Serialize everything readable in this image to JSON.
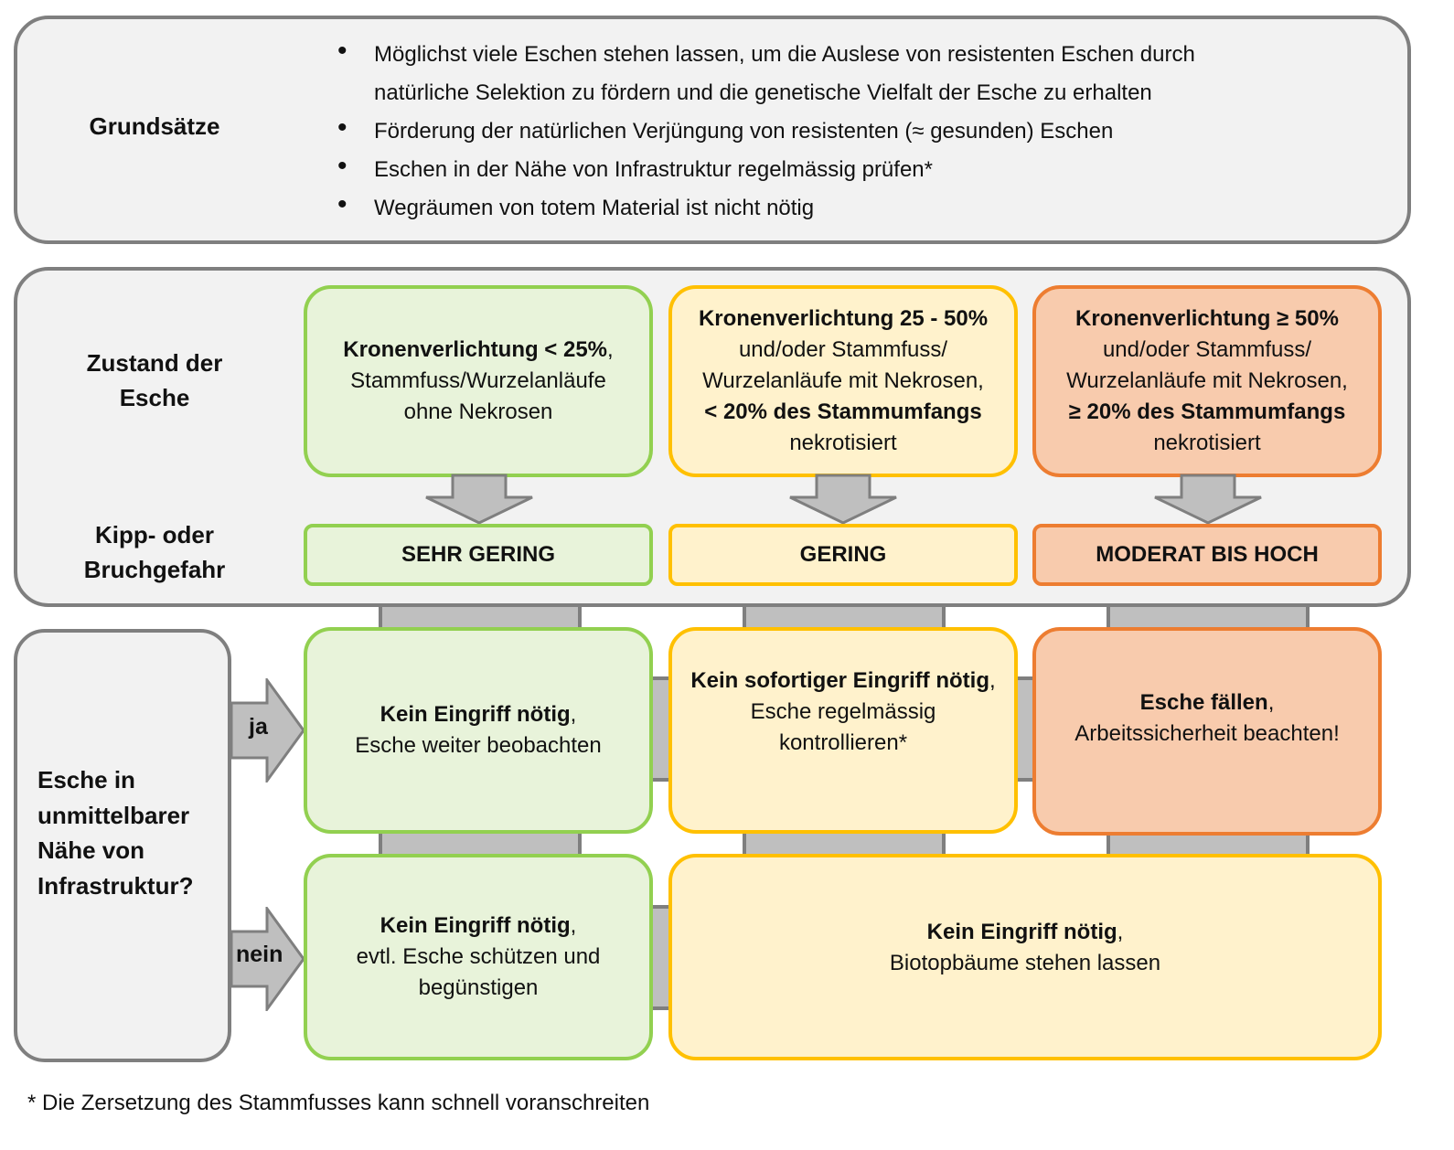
{
  "principles": {
    "label": "Grundsätze",
    "items": [
      "Möglichst viele Eschen stehen lassen, um die Auslese von resistenten Eschen durch natürliche Selektion zu fördern und die genetische Vielfalt der Esche zu erhalten",
      "Förderung der natürlichen Verjüngung von resistenten (≈ gesunden) Eschen",
      "Eschen in der Nähe von Infrastruktur regelmässig prüfen*",
      "Wegräumen von totem Material ist nicht nötig"
    ]
  },
  "condition": {
    "label": "Zustand der Esche",
    "risk_label": "Kipp- oder Bruchgefahr",
    "columns": [
      {
        "color": "green",
        "lines": [
          {
            "bold": "Kronenverlichtung < 25%",
            "rest": ","
          },
          {
            "bold": "",
            "rest": "Stammfuss/Wurzelanläufe"
          },
          {
            "bold": "",
            "rest": "ohne Nekrosen"
          }
        ],
        "risk": "SEHR GERING"
      },
      {
        "color": "yellow",
        "lines": [
          {
            "bold": "Kronenverlichtung 25 - 50%",
            "rest": ""
          },
          {
            "bold": "",
            "rest": "und/oder Stammfuss/"
          },
          {
            "bold": "",
            "rest": "Wurzelanläufe mit Nekrosen,"
          },
          {
            "bold": "< 20% des Stammumfangs",
            "rest": ""
          },
          {
            "bold": "",
            "rest": "nekrotisiert"
          }
        ],
        "risk": "GERING"
      },
      {
        "color": "orange",
        "lines": [
          {
            "bold": "Kronenverlichtung ≥ 50%",
            "rest": ""
          },
          {
            "bold": "",
            "rest": "und/oder Stammfuss/"
          },
          {
            "bold": "",
            "rest": "Wurzelanläufe mit Nekrosen,"
          },
          {
            "bold": "≥ 20%  des Stammumfangs",
            "rest": ""
          },
          {
            "bold": "",
            "rest": "nekrotisiert"
          }
        ],
        "risk": "MODERAT BIS HOCH"
      }
    ]
  },
  "infrastructure": {
    "question": "Esche in unmittelbarer Nähe von Infrastruktur?",
    "question_lines": [
      "Esche in",
      "unmittelbarer",
      "Nähe von",
      "Infrastruktur?"
    ],
    "yes_label": "ja",
    "no_label": "nein",
    "yes_actions": [
      {
        "bold": "Kein Eingriff nötig",
        "rest": "Esche weiter beobachten"
      },
      {
        "bold": "Kein sofortiger Eingriff nötig",
        "rest": "Esche regelmässig kontrollieren*"
      },
      {
        "bold": "Esche fällen",
        "rest": "Arbeitssicherheit beachten!"
      }
    ],
    "no_actions": [
      {
        "bold": "Kein Eingriff nötig",
        "rest": "evtl. Esche schützen und begünstigen"
      },
      {
        "bold": "Kein Eingriff nötig",
        "rest": "Biotopbäume stehen lassen"
      }
    ]
  },
  "footnote": "* Die Zersetzung des Stammfusses kann schnell voranschreiten"
}
